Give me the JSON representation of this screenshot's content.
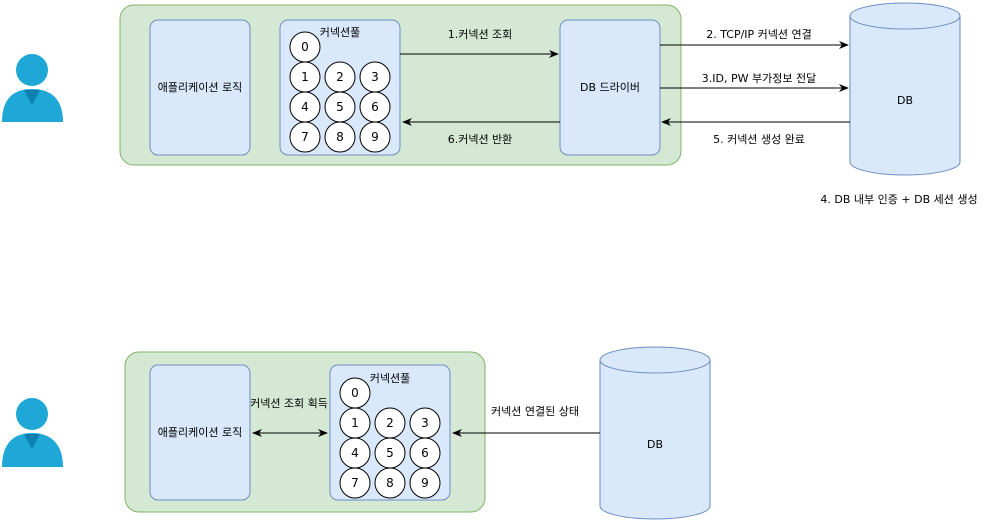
{
  "colors": {
    "outer_fill": "#d5e8d4",
    "outer_stroke": "#82b366",
    "box_fill": "#dae8fc",
    "box_stroke": "#6c8ebf",
    "db_fill": "#dae8fc",
    "db_stroke": "#6c8ebf",
    "user_icon": "#1ea7d7",
    "user_icon_dark": "#0f7fb0",
    "arrow": "#000000"
  },
  "top": {
    "app_logic": "애플리케이션 로직",
    "pool_title": "커넥션풀",
    "pool_slots": [
      "0",
      "1",
      "2",
      "3",
      "4",
      "5",
      "6",
      "7",
      "8",
      "9"
    ],
    "db_driver": "DB 드라이버",
    "db": "DB",
    "step1": "1.커넥션 조회",
    "step2": "2. TCP/IP 커넥션 연결",
    "step3": "3.ID, PW 부가정보 전달",
    "step4": "4. DB 내부 인증 + DB 세션 생성",
    "step5": "5. 커넥션 생성 완료",
    "step6": "6.커넥션 반환"
  },
  "bottom": {
    "app_logic": "애플리케이션 로직",
    "pool_title": "커넥션풀",
    "pool_slots": [
      "0",
      "1",
      "2",
      "3",
      "4",
      "5",
      "6",
      "7",
      "8",
      "9"
    ],
    "db": "DB",
    "acquire_label": "커넥션 조회 획득",
    "connected_label": "커넥션 연결된 상태"
  }
}
